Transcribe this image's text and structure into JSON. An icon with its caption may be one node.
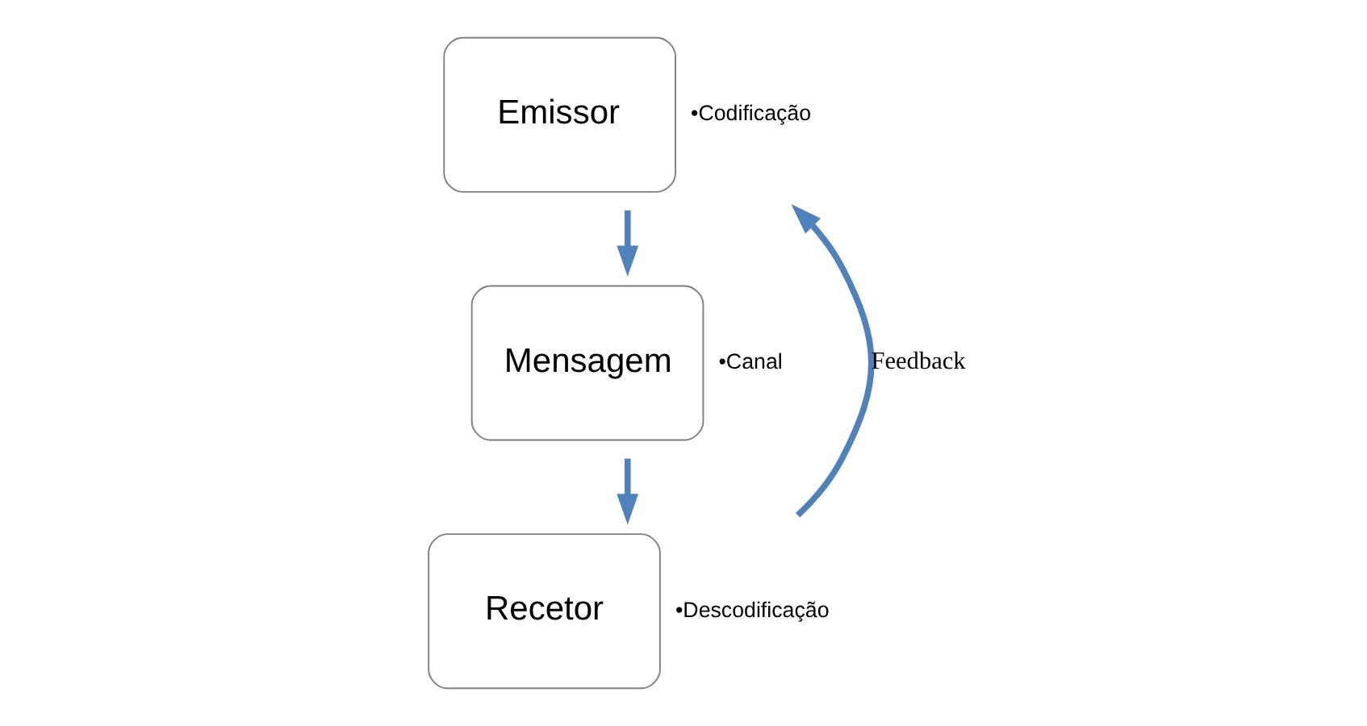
{
  "diagram": {
    "nodes": [
      {
        "text": [
          "Emissor"
        ],
        "beside": [
          "•Codificação"
        ]
      },
      {
        "text": [
          "Mensagem"
        ],
        "beside": [
          "•Canal"
        ]
      },
      {
        "text": [
          "Recetor"
        ],
        "beside": [
          "•Descodificação"
        ]
      }
    ],
    "edges": [
      {
        "from": 0,
        "to": 1,
        "arrow": "to"
      },
      {
        "from": 1,
        "to": 2,
        "arrow": "to"
      },
      {
        "from": 2,
        "to": 0,
        "arrow": "to",
        "label": "Feedback"
      }
    ]
  }
}
